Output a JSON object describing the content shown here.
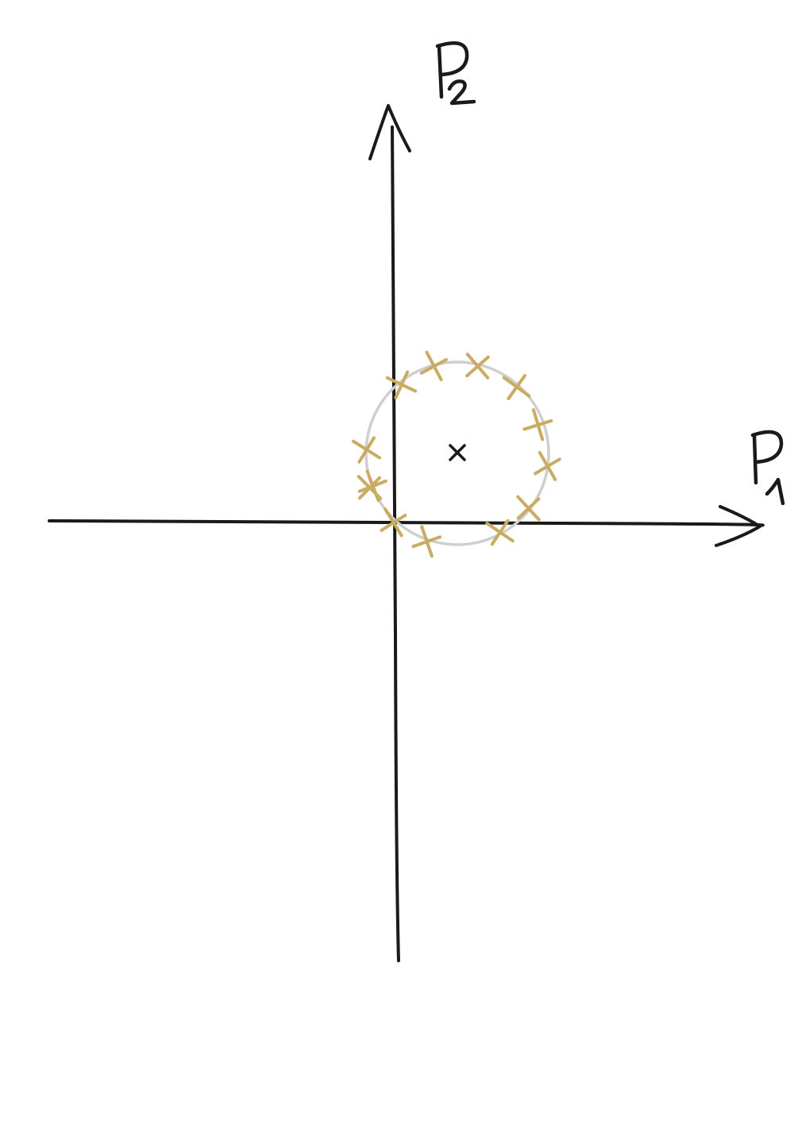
{
  "axes": {
    "x_label": "P₁",
    "y_label": "P₂"
  },
  "colors": {
    "axis": "#1a1a1a",
    "ring": "#cfcfcf",
    "samples": "#c9ac62",
    "center": "#1a1a1a"
  },
  "shapes": {
    "ring": "circle",
    "center_marker": "x",
    "sample_marker": "x"
  },
  "sample_count": 13
}
